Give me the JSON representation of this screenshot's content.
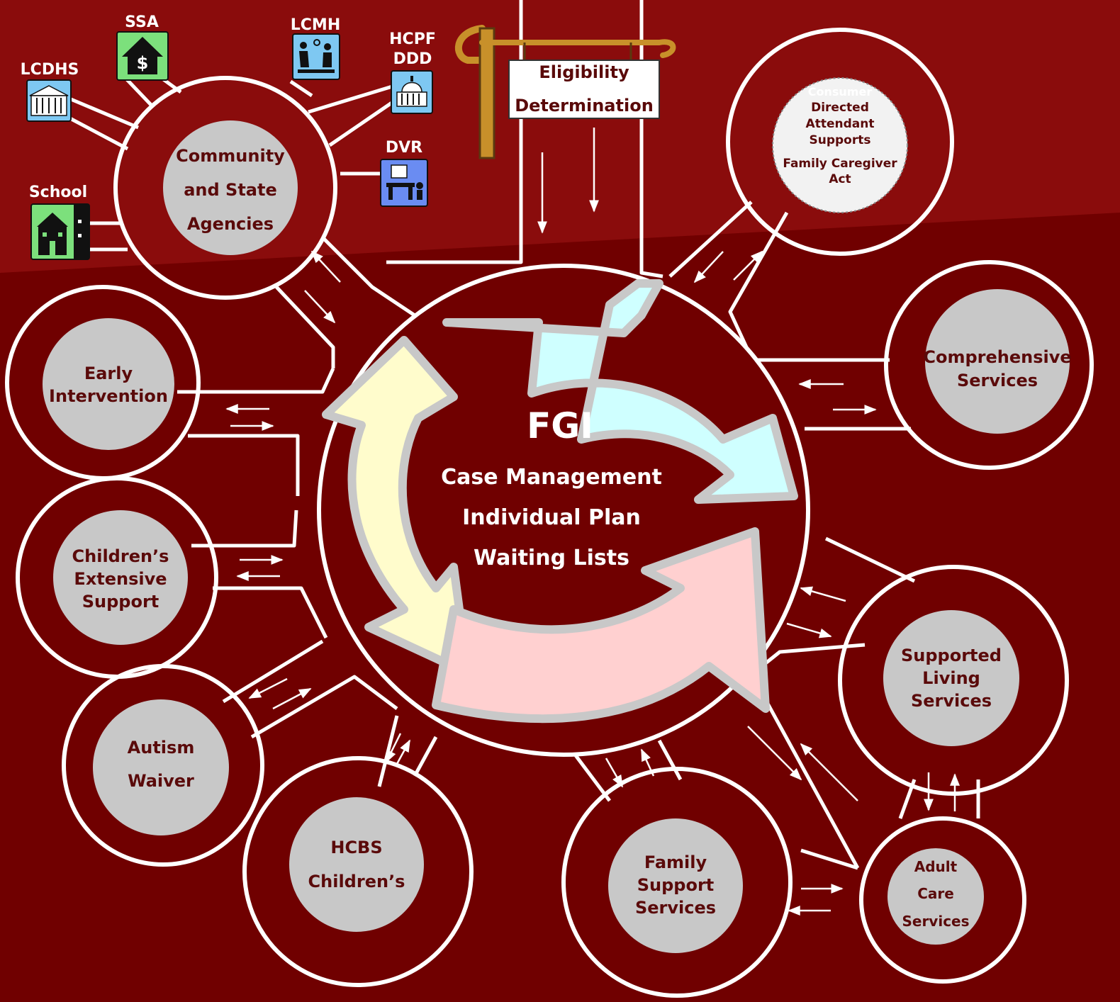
{
  "colors": {
    "background": "#700000",
    "upper_band": "#8a0c0c",
    "ring_stroke": "#ffffff",
    "inner_circle": "#c8c8c8",
    "label_text": "#5a0a0a",
    "arrow_blue": "#cfffff",
    "arrow_yellow": "#fffccc",
    "arrow_pink": "#ffd0d0",
    "arrow_border": "#c8c8c8",
    "sign_post": "#c8902a"
  },
  "center": {
    "title": "FGI",
    "line1": "Case Management",
    "line2": "Individual Plan",
    "line3": "Waiting Lists"
  },
  "eligibility_sign": {
    "line1": "Eligibility",
    "line2": "Determination"
  },
  "community": {
    "line1": "Community",
    "line2": "and State",
    "line3": "Agencies"
  },
  "agencies": [
    {
      "label": "SSA",
      "icon": "house-dollar-icon"
    },
    {
      "label": "LCDHS",
      "icon": "government-building-icon"
    },
    {
      "label": "LCMH",
      "icon": "counseling-icon"
    },
    {
      "label": "HCPF",
      "label2": "DDD",
      "icon": "capitol-icon"
    },
    {
      "label": "DVR",
      "icon": "office-desk-icon"
    },
    {
      "label": "School",
      "icon": "school-building-icon"
    }
  ],
  "consumer_directed": {
    "line1": "Consumer",
    "line2": "Directed",
    "line3": "Attendant",
    "line4": "Supports",
    "line5": "Family Caregiver",
    "line6": "Act"
  },
  "services": {
    "early": {
      "line1": "Early",
      "line2": "Intervention"
    },
    "childrens_extensive": {
      "line1": "Children’s",
      "line2": "Extensive",
      "line3": "Support"
    },
    "autism": {
      "line1": "Autism",
      "line2": "Waiver"
    },
    "hcbs": {
      "line1": "HCBS",
      "line2": "Children’s"
    },
    "family_support": {
      "line1": "Family",
      "line2": "Support",
      "line3": "Services"
    },
    "adult_care": {
      "line1": "Adult",
      "line2": "Care",
      "line3": "Services"
    },
    "supported_living": {
      "line1": "Supported",
      "line2": "Living",
      "line3": "Services"
    },
    "comprehensive": {
      "line1": "Comprehensive",
      "line2": "Services"
    }
  }
}
